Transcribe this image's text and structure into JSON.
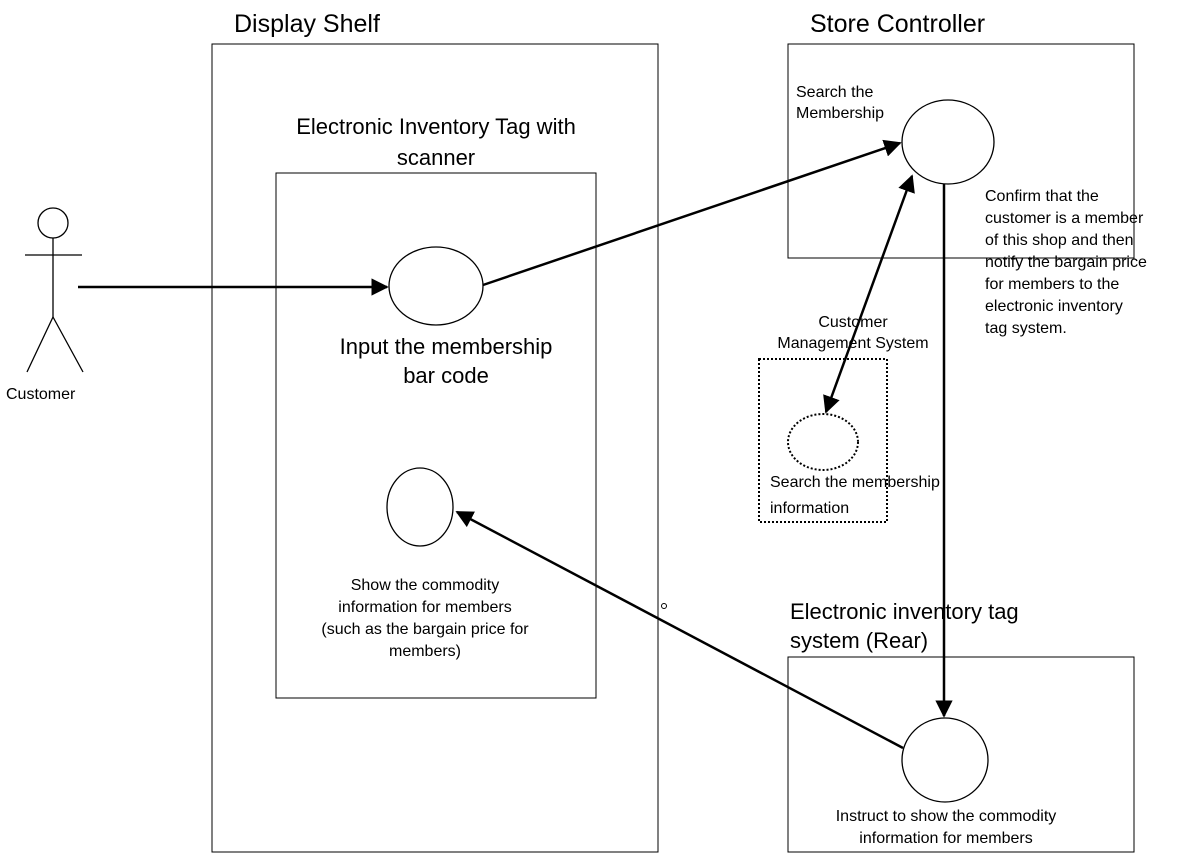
{
  "actor": {
    "label": "Customer"
  },
  "containers": {
    "display_shelf": {
      "title": "Display Shelf"
    },
    "store_controller": {
      "title": "Store Controller"
    },
    "tag_with_scanner": {
      "title_line1": "Electronic Inventory Tag with",
      "title_line2": "scanner"
    },
    "customer_mgmt": {
      "title_line1": "Customer",
      "title_line2": "Management System"
    },
    "eit_rear": {
      "title_line1": "Electronic inventory tag",
      "title_line2": "system (Rear)"
    }
  },
  "use_cases": {
    "input_barcode": {
      "line1": "Input the membership",
      "line2": "bar code"
    },
    "search_membership": {
      "line1": "Search the",
      "line2": "Membership"
    },
    "search_membership_info": {
      "line1": "Search the membership",
      "line2": "information"
    },
    "show_commodity": {
      "line1": "Show the commodity",
      "line2": "information for members",
      "line3": "(such as the bargain price for",
      "line4": "members)"
    },
    "instruct_show": {
      "line1": "Instruct to show the commodity",
      "line2": "information for members"
    }
  },
  "notes": {
    "confirm": {
      "line1": "Confirm that the",
      "line2": "customer is a member",
      "line3": "of this shop and then",
      "line4": "notify the bargain price",
      "line5": "for members to the",
      "line6": "electronic inventory",
      "line7": "tag system."
    }
  }
}
